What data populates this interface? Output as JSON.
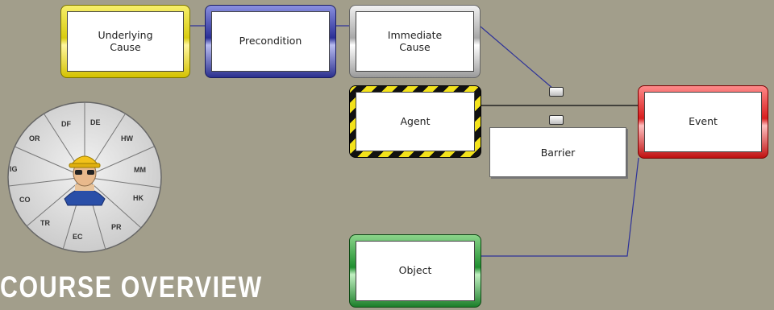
{
  "nodes": {
    "underlying_cause": "Underlying\nCause",
    "precondition": "Precondition",
    "immediate_cause": "Immediate\nCause",
    "agent": "Agent",
    "barrier": "Barrier",
    "event": "Event",
    "object": "Object"
  },
  "node_colors": {
    "underlying_cause": "#e2d51a",
    "precondition": "#2e3399",
    "immediate_cause": "#a8a8a8",
    "agent": "#f3e21b",
    "event": "#d81d1d",
    "object": "#1f8f2f",
    "connector": "#2e3399"
  },
  "wheel": {
    "center_icon": "worker-hardhat-icon",
    "segments": [
      "DF",
      "DE",
      "HW",
      "MM",
      "HK",
      "PR",
      "EC",
      "TR",
      "CO",
      "IG",
      "OR"
    ]
  },
  "heading": "COURSE OVERVIEW"
}
